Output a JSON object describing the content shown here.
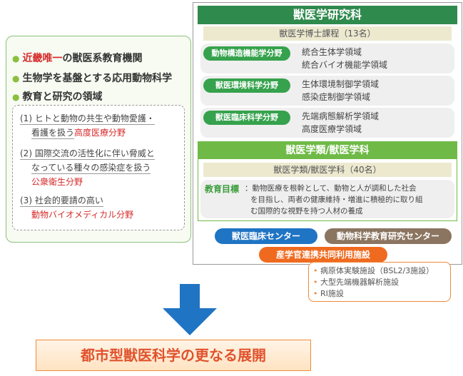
{
  "left": {
    "bullets": [
      {
        "red": "近畿唯一",
        "rest": "の獣医系教育機関"
      },
      {
        "red": "",
        "rest": "生物学を基盤とする応用動物科学"
      },
      {
        "red": "",
        "rest": "教育と研究の領域"
      }
    ],
    "areas": [
      {
        "line1": "(1) ヒトと動物の共生や動物愛護・",
        "line2a": "看護を扱う",
        "line2b": "高度医療分野"
      },
      {
        "line1": "(2) 国際交流の活性化に伴い脅威と",
        "line2a": "なっている種々の感染症を扱う",
        "line2b": "公衆衛生分野"
      },
      {
        "line1": "(3) 社会的要請の高い",
        "line2a": "",
        "line2b": "動物バイオメディカル分野"
      }
    ]
  },
  "graduate": {
    "title": "獣医学研究科",
    "course": "獣医学博士課程（13名）",
    "divisions": [
      {
        "name": "動物構造機能学分野",
        "fields": [
          "統合生体学領域",
          "統合バイオ機能学領域"
        ]
      },
      {
        "name": "獣医環境科学分野",
        "fields": [
          "生体環境制御学領域",
          "感染症制御学領域"
        ]
      },
      {
        "name": "獣医臨床科学分野",
        "fields": [
          "先端病態解析学領域",
          "高度医療学領域"
        ]
      }
    ]
  },
  "undergrad": {
    "title": "獣医学類/獣医学科",
    "course": "獣医学類/獣医学科（40名）",
    "goal_label": "教育目標",
    "goal_lines": [
      "：動物医療を根幹として、動物と人が調和した社会",
      "を目指し、両者の健康維持・増進に積極的に取り組",
      "む国際的な視野を持つ人材の養成"
    ]
  },
  "centers": {
    "clinical": "獣医臨床センター",
    "education": "動物科学教育研究センター",
    "shared": "産学官連携共同利用施設",
    "facilities": [
      "病原体実験施設（BSL2/3施設）",
      "大型先端機器解析施設",
      "RI施設"
    ]
  },
  "bottom": "都市型獣医科学の更なる展開",
  "colors": {
    "dark_green": "#2f8a4d",
    "light_green": "#6fba46",
    "orange": "#ef6a1f",
    "blue": "#1f74c4",
    "brown": "#8b7560",
    "red": "#d62b2b",
    "arrow": "#1f74c4"
  }
}
